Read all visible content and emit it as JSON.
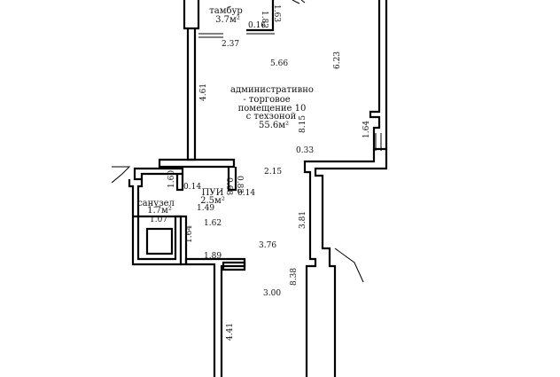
{
  "rooms": {
    "tambur": {
      "name": "тамбур",
      "area": "3.7м²"
    },
    "main": {
      "line1": "административно",
      "line2": "- торговое",
      "line3": "помещение 10",
      "line4": "с техзоной",
      "area": "55.6м²"
    },
    "puy": {
      "name": "ПУИ",
      "area": "2.5м²"
    },
    "sanuzel": {
      "name": "санузел",
      "area": "1.7м²"
    }
  },
  "dimensions": {
    "d182": "1.82",
    "d163": "1.63",
    "d016": "0.16",
    "d237": "2.37",
    "d566": "5.66",
    "d623": "6.23",
    "d461": "4.61",
    "d815": "8.15",
    "d164a": "1.64",
    "d033": "0.33",
    "d215": "2.15",
    "d160": "1.60",
    "d014a": "0.14",
    "d068": "0.68",
    "d083": "0.83",
    "d014b": "0.14",
    "d149": "1.49",
    "d107": "1.07",
    "d162": "1.62",
    "d164b": "1.64",
    "d381": "3.81",
    "d376": "3.76",
    "d189": "1.89",
    "d838": "8.38",
    "d300": "3.00",
    "d441": "4.41"
  }
}
